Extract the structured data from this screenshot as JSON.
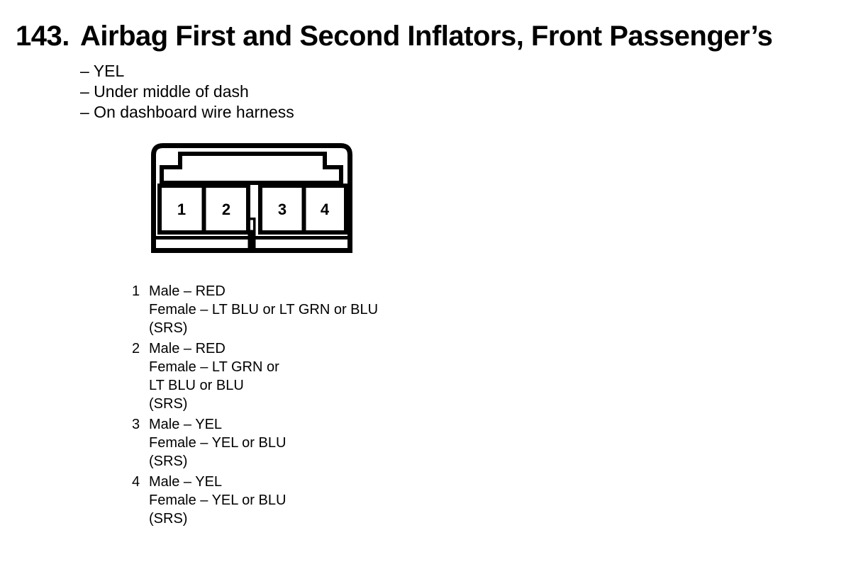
{
  "page": {
    "background": "#ffffff",
    "text_color": "#000000"
  },
  "heading": {
    "number": "143.",
    "title": "Airbag First and Second Inflators, Front Passenger’s"
  },
  "bullets": [
    "– YEL",
    "– Under middle of dash",
    "– On dashboard wire harness"
  ],
  "connector": {
    "description": "4-pin connector, front view, two pin groups with center locking tab",
    "pins": [
      "1",
      "2",
      "3",
      "4"
    ]
  },
  "legend": {
    "entries": [
      {
        "number": "1",
        "lines": [
          "Male – RED",
          "Female – LT BLU or LT GRN or BLU",
          "(SRS)"
        ]
      },
      {
        "number": "2",
        "lines": [
          "Male – RED",
          "Female – LT GRN or",
          "LT BLU or BLU",
          "(SRS)"
        ]
      },
      {
        "number": "3",
        "lines": [
          "Male – YEL",
          "Female – YEL or BLU",
          "(SRS)"
        ]
      },
      {
        "number": "4",
        "lines": [
          "Male – YEL",
          "Female – YEL or BLU",
          "(SRS)"
        ]
      }
    ]
  }
}
